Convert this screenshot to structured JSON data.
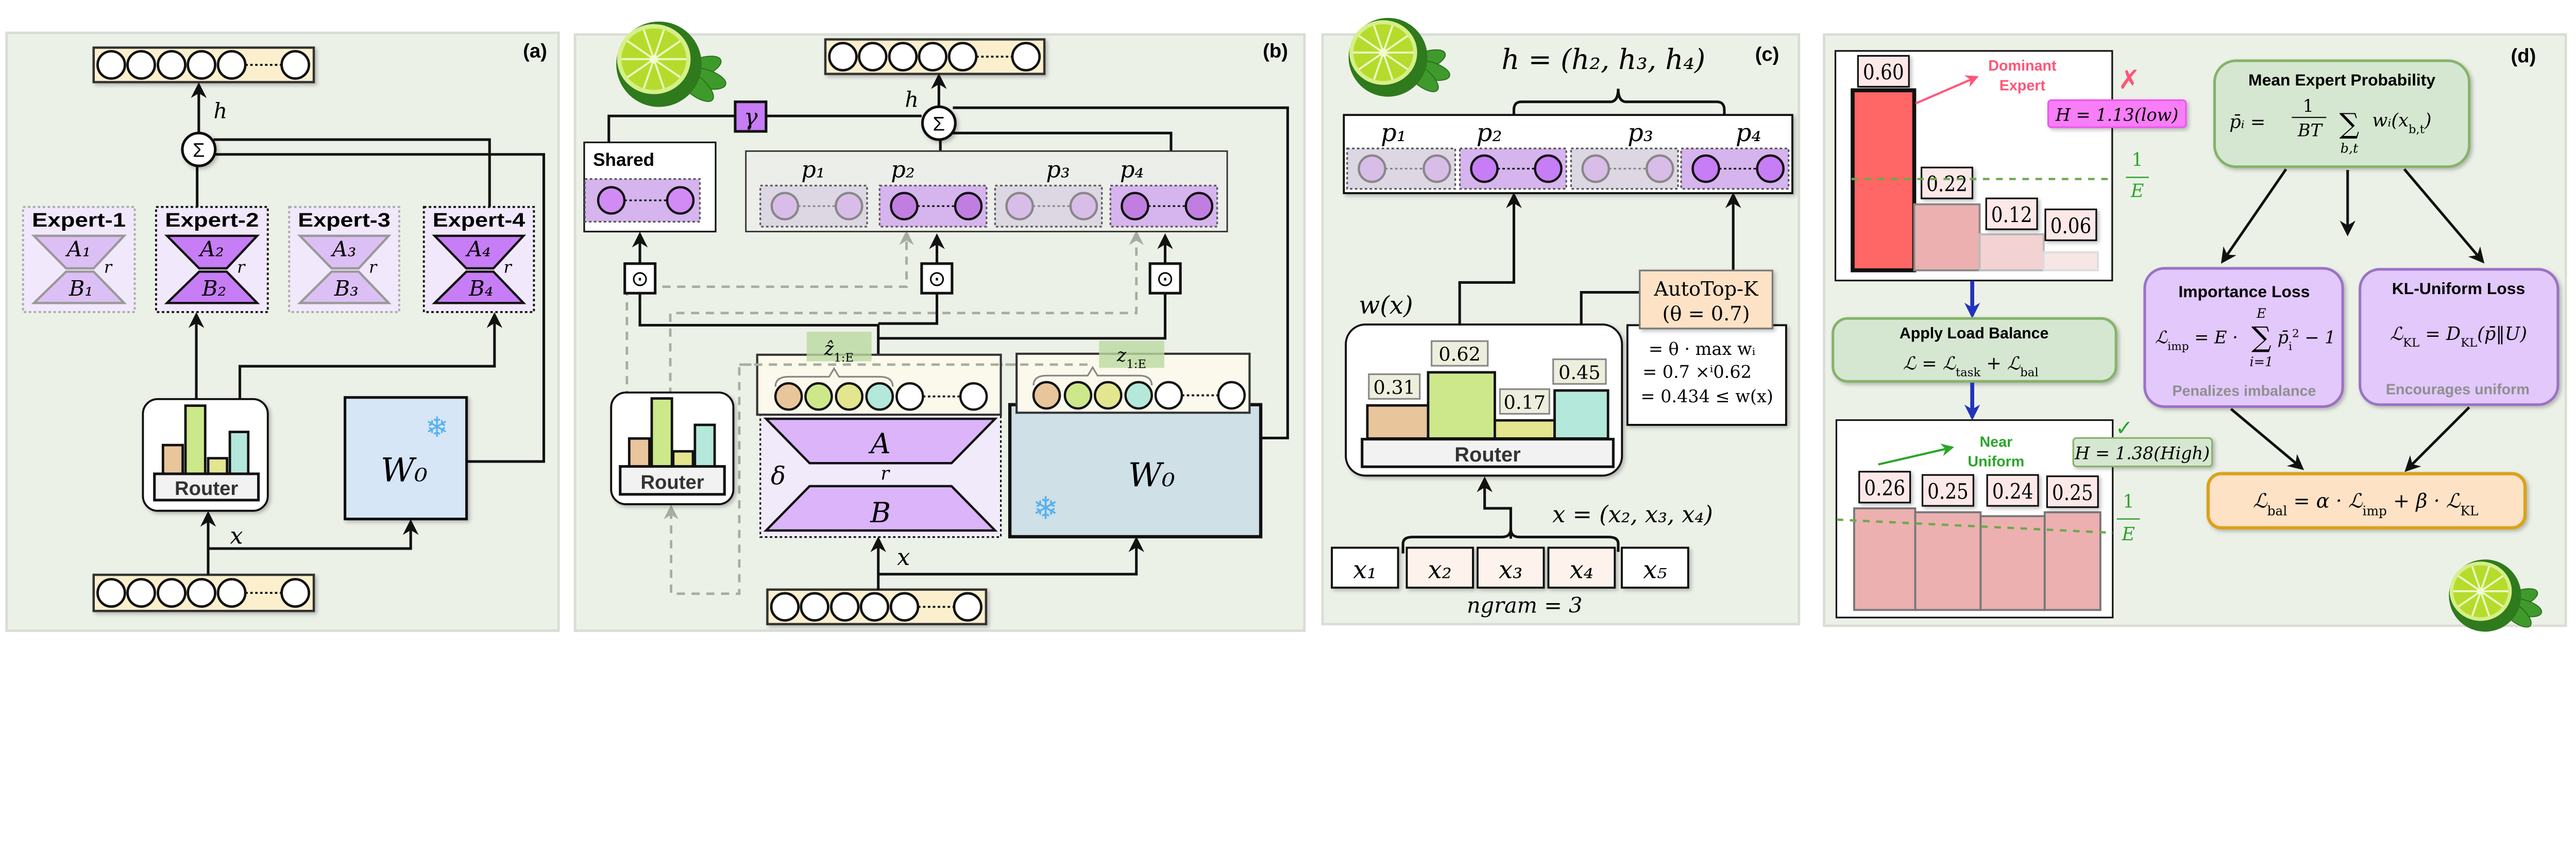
{
  "colors": {
    "panel_bg": "#ecf1e8",
    "token_bar": "#fbefcd",
    "expert_active": "#c77df5",
    "expert_inactive": "#dcc0f5",
    "router_bars": [
      "#e9c59c",
      "#cde88a",
      "#e3e58f",
      "#b3e8db"
    ],
    "frozen_weight_a": "#d6e6f7",
    "frozen_weight_b": "#cfe0e6",
    "dominant_bar": "#ff6666",
    "balanced_bar": "#ecb0b0",
    "green_box": "#d6e7d1",
    "purple_box": "#e2c8fb",
    "orange_box": "#fde2c6",
    "accent_red": "#ff5577",
    "accent_green": "#2aa52a",
    "arrow_blue": "#2233bb"
  },
  "icons": {
    "snowflake": "❄",
    "sum": "Σ",
    "elementwise": "⊙",
    "cross": "✗",
    "check": "✓"
  },
  "panel_a": {
    "label": "(a)",
    "h": "h",
    "x": "x",
    "experts": [
      {
        "title": "Expert-1",
        "A": "A₁",
        "B": "B₁",
        "r": "r",
        "active": false
      },
      {
        "title": "Expert-2",
        "A": "A₂",
        "B": "B₂",
        "r": "r",
        "active": true
      },
      {
        "title": "Expert-3",
        "A": "A₃",
        "B": "B₃",
        "r": "r",
        "active": false
      },
      {
        "title": "Expert-4",
        "A": "A₄",
        "B": "B₄",
        "r": "r",
        "active": true
      }
    ],
    "router": "Router",
    "w0": "W₀"
  },
  "panel_b": {
    "label": "(b)",
    "h": "h",
    "x": "x",
    "gamma": "γ",
    "shared": "Shared",
    "p_labels": [
      "p₁",
      "p₂",
      "p₃",
      "p₄"
    ],
    "p_active": [
      false,
      true,
      false,
      true
    ],
    "zhat": [
      {
        "t": "ẑ"
      },
      {
        "t": "1:E",
        "sub": true
      }
    ],
    "z": [
      {
        "t": "z"
      },
      {
        "t": "1:E",
        "sub": true
      }
    ],
    "delta": "δ",
    "A": "A",
    "B": "B",
    "r": "r",
    "router": "Router",
    "w0": "W₀"
  },
  "panel_c": {
    "label": "(c)",
    "h_formula": "h = (h₂, h₃, h₄)",
    "p_labels": [
      "p₁",
      "p₂",
      "p₃",
      "p₄"
    ],
    "p_active": [
      false,
      true,
      false,
      true
    ],
    "wx": "w(x)",
    "router": "Router",
    "router_values": [
      0.31,
      0.62,
      0.17,
      0.45
    ],
    "router_value_labels": [
      "0.31",
      "0.62",
      "0.17",
      "0.45"
    ],
    "autotopk": {
      "title": "AutoTop-K",
      "theta": "(θ = 0.7)"
    },
    "calc": [
      "= θ · max wᵢ",
      "= 0.7 ×ⁱ0.62",
      "= 0.434 ≤ w(x)"
    ],
    "x_formula": "x = (x₂, x₃, x₄)",
    "tokens": [
      "x₁",
      "x₂",
      "x₃",
      "x₄",
      "x₅"
    ],
    "ngram": "ngram = 3"
  },
  "panel_d": {
    "label": "(d)",
    "before": {
      "values": [
        0.6,
        0.22,
        0.12,
        0.06
      ],
      "value_labels": [
        "0.60",
        "0.22",
        "0.12",
        "0.06"
      ],
      "annotation": [
        "Dominant",
        "Expert"
      ],
      "entropy": "H = 1.13(low)",
      "threshold_num": "1",
      "threshold_den": "E"
    },
    "load_balance": {
      "title": "Apply Load Balance",
      "formula": [
        {
          "t": "ℒ = ℒ"
        },
        {
          "t": "task",
          "sub": true
        },
        {
          "t": " + ℒ"
        },
        {
          "t": "bal",
          "sub": true
        }
      ]
    },
    "after": {
      "values": [
        0.26,
        0.25,
        0.24,
        0.25
      ],
      "value_labels": [
        "0.26",
        "0.25",
        "0.24",
        "0.25"
      ],
      "annotation": [
        "Near",
        "Uniform"
      ],
      "entropy": "H = 1.38(High)",
      "threshold_num": "1",
      "threshold_den": "E"
    },
    "mean_prob": {
      "title": "Mean Expert Probability",
      "lhs": "p̄ᵢ =",
      "frac_num": "1",
      "frac_den": "BT",
      "sum": "∑",
      "sum_index": "b,t",
      "rhs": [
        {
          "t": "wᵢ(x"
        },
        {
          "t": "b,t",
          "sub": true
        },
        {
          "t": ")"
        }
      ]
    },
    "importance": {
      "title": "Importance Loss",
      "lhs": [
        {
          "t": "ℒ"
        },
        {
          "t": "imp",
          "sub": true
        },
        {
          "t": " = E ·"
        }
      ],
      "sum": "∑",
      "sum_upper": "E",
      "sum_lower": "i=1",
      "rhs": [
        {
          "t": "p̄"
        },
        {
          "t": "i",
          "sub": true
        },
        {
          "t": "2",
          "sup": true
        },
        {
          "t": " − 1"
        }
      ],
      "note": "Penalizes imbalance"
    },
    "kl": {
      "title": "KL-Uniform Loss",
      "formula": [
        {
          "t": "ℒ"
        },
        {
          "t": "KL",
          "sub": true
        },
        {
          "t": " = D"
        },
        {
          "t": "KL",
          "sub": true
        },
        {
          "t": "(p̄‖U)"
        }
      ],
      "note": "Encourages uniform"
    },
    "bal": {
      "formula": [
        {
          "t": "ℒ"
        },
        {
          "t": "bal",
          "sub": true
        },
        {
          "t": " = α · ℒ"
        },
        {
          "t": "imp",
          "sub": true
        },
        {
          "t": " + β · ℒ"
        },
        {
          "t": "KL",
          "sub": true
        }
      ]
    }
  }
}
